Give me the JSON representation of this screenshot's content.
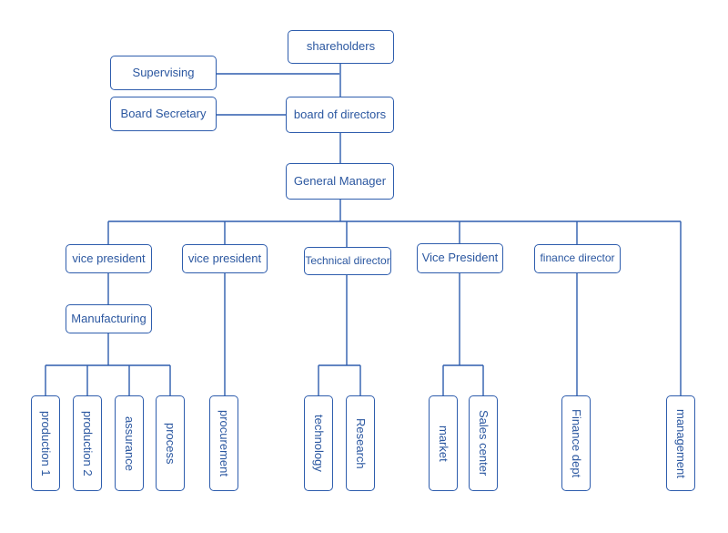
{
  "diagram": {
    "type": "org-chart",
    "colors": {
      "line": "#2e5dad",
      "text": "#2b57a0",
      "background": "#ffffff"
    },
    "nodes": {
      "shareholders": {
        "label": "shareholders"
      },
      "supervising": {
        "label": "Supervising"
      },
      "board_secretary": {
        "label": "Board Secretary"
      },
      "board_of_directors": {
        "label": "board of directors"
      },
      "general_manager": {
        "label": "General Manager"
      },
      "vice_president_1": {
        "label": "vice president"
      },
      "vice_president_2": {
        "label": "vice president"
      },
      "technical_director": {
        "label": "Technical director"
      },
      "vice_president_3": {
        "label": "Vice President"
      },
      "finance_director": {
        "label": "finance director"
      },
      "manufacturing": {
        "label": "Manufacturing"
      },
      "production_1": {
        "label": "production 1"
      },
      "production_2": {
        "label": "production 2"
      },
      "assurance": {
        "label": "assurance"
      },
      "process": {
        "label": "process"
      },
      "procurement": {
        "label": "procurement"
      },
      "technology": {
        "label": "technology"
      },
      "research": {
        "label": "Research"
      },
      "market": {
        "label": "market"
      },
      "sales_center": {
        "label": "Sales center"
      },
      "finance_dept": {
        "label": "Finance dept"
      },
      "management": {
        "label": "management"
      }
    }
  }
}
